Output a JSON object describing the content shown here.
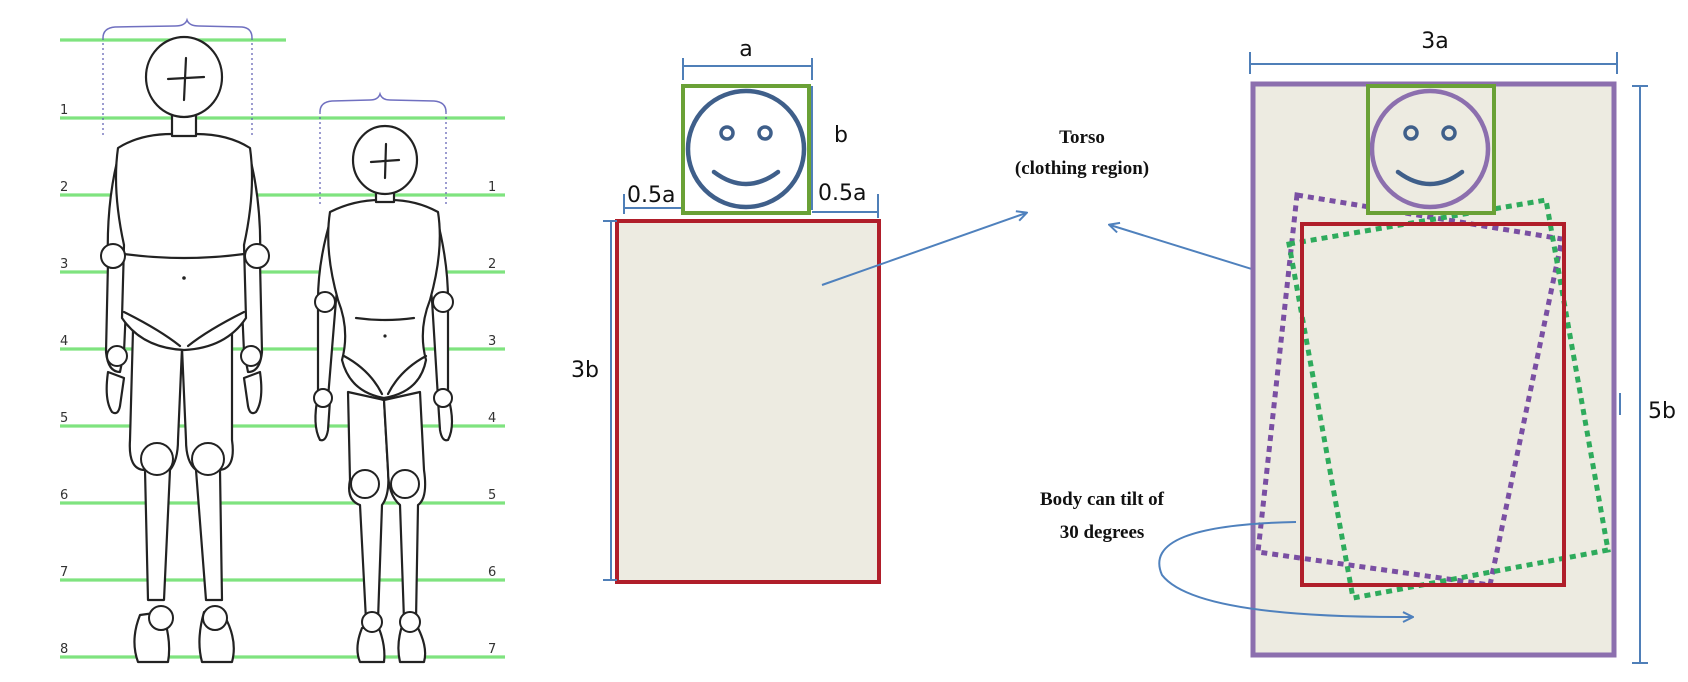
{
  "figure_proportions": {
    "man_guide_numbers": [
      "1",
      "2",
      "3",
      "4",
      "5",
      "6",
      "7",
      "8"
    ],
    "woman_guide_numbers": [
      "1",
      "2",
      "3",
      "4",
      "5",
      "6",
      "7"
    ]
  },
  "middle_diagram": {
    "head_width_label": "a",
    "head_height_label": "b",
    "left_margin_label": "0.5a",
    "right_margin_label": "0.5a",
    "torso_height_label": "3b"
  },
  "annotations": {
    "torso_line1": "Torso",
    "torso_line2": "(clothing region)",
    "tilt_line1": "Body can tilt of",
    "tilt_line2": "30 degrees"
  },
  "right_diagram": {
    "outer_width_label": "3a",
    "outer_height_label": "5b"
  },
  "colors": {
    "green": "#6aa136",
    "red": "#b01e2a",
    "purple": "#8c6fae",
    "blue": "#3f5f8a",
    "arrow": "#4f81bd",
    "fill": "#edebe1"
  }
}
